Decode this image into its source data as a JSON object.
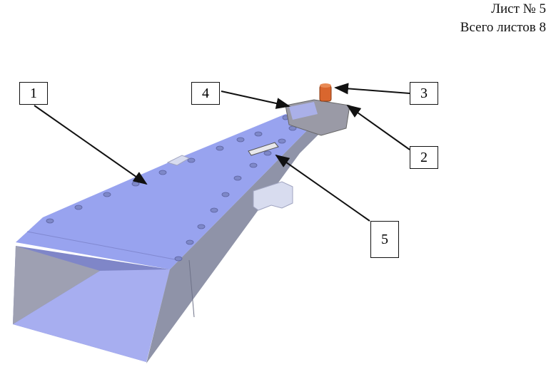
{
  "header": {
    "sheet": "Лист № 5",
    "total": "Всего листов 8"
  },
  "callouts": [
    {
      "label": "1"
    },
    {
      "label": "2"
    },
    {
      "label": "3"
    },
    {
      "label": "4"
    },
    {
      "label": "5"
    }
  ],
  "colors": {
    "body_top": "#98a3ef",
    "body_side": "#8f93a8",
    "connector": "#d9662e"
  }
}
